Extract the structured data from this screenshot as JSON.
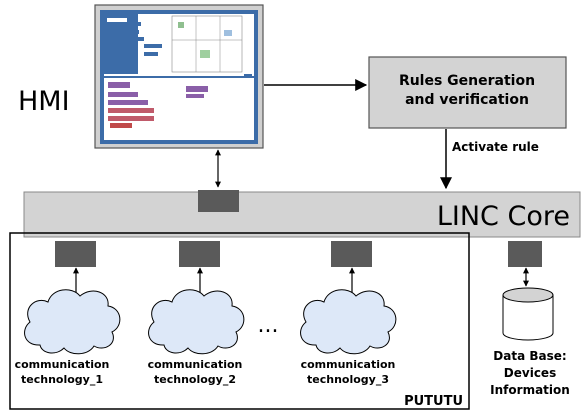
{
  "hmi": {
    "label": "HMI"
  },
  "rules": {
    "line1": "Rules Generation",
    "line2": "and verification"
  },
  "activate": {
    "label": "Activate rule"
  },
  "core": {
    "label": "LINC Core"
  },
  "pututu": {
    "label": "PUTUTU"
  },
  "ellipsis": "...",
  "technologies": [
    {
      "line1": "communication",
      "line2": "technology_1"
    },
    {
      "line1": "communication",
      "line2": "technology_2"
    },
    {
      "line1": "communication",
      "line2": "technology_3"
    }
  ],
  "database": {
    "line1": "Data Base:",
    "line2": "Devices",
    "line3": "Information"
  },
  "colors": {
    "core_fill": "#d3d3d3",
    "rules_fill": "#d3d3d3",
    "connector_fill": "#5a5a5a",
    "cloud_fill": "#dde8f8",
    "hmi_frame": "#c8c8c8",
    "hmi_screen": "#3f6fa8"
  },
  "icons": {
    "hmi": "screenshot-thumbnail-icon",
    "database": "database-cylinder-icon",
    "technology": "cloud-icon"
  }
}
